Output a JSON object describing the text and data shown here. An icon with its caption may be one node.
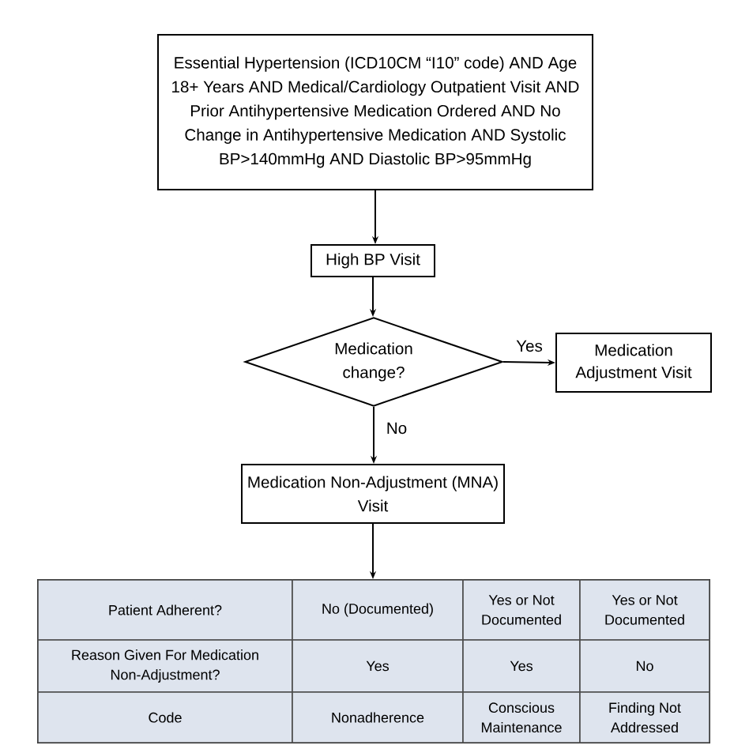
{
  "diagram": {
    "nodes": [
      {
        "text": [
          "Essential Hypertension (ICD10CM “I10” code) AND Age 18+ Years AND Medical/Cardiology Outpatient Visit AND Prior Antihypertensive Medication Ordered AND No Change in Antihypertensive Medication AND Systolic BP>140mmHg AND Diastolic BP>95mmHg"
        ]
      },
      {
        "text": [
          "High BP Visit"
        ]
      },
      {
        "text": [
          "Medication change?"
        ]
      },
      {
        "text": [
          "Medication Adjustment Visit"
        ]
      },
      {
        "text": [
          "Medication Non-Adjustment (MNA) Visit"
        ]
      },
      {
        "text": [],
        "shape": "box"
      }
    ],
    "edges": [
      {
        "from": 0,
        "to": 1,
        "arrow": "to"
      },
      {
        "from": 1,
        "to": 2,
        "arrow": "to"
      },
      {
        "from": 2,
        "to": 3,
        "arrow": "to",
        "label": "Yes"
      },
      {
        "from": 2,
        "to": 4,
        "arrow": "to",
        "label": "No"
      },
      {
        "from": 4,
        "to": 5,
        "arrow": "to"
      }
    ],
    "labels": [
      "Patient Adherent?",
      "No (Documented)",
      "Yes or Not Documented",
      "Yes or Not Documented",
      "Reason Given For Medication Non-Adjustment?",
      "Yes",
      "Yes",
      "No",
      "Code",
      "Nonadherence",
      "Conscious Maintenance",
      "Finding Not Addressed"
    ]
  }
}
